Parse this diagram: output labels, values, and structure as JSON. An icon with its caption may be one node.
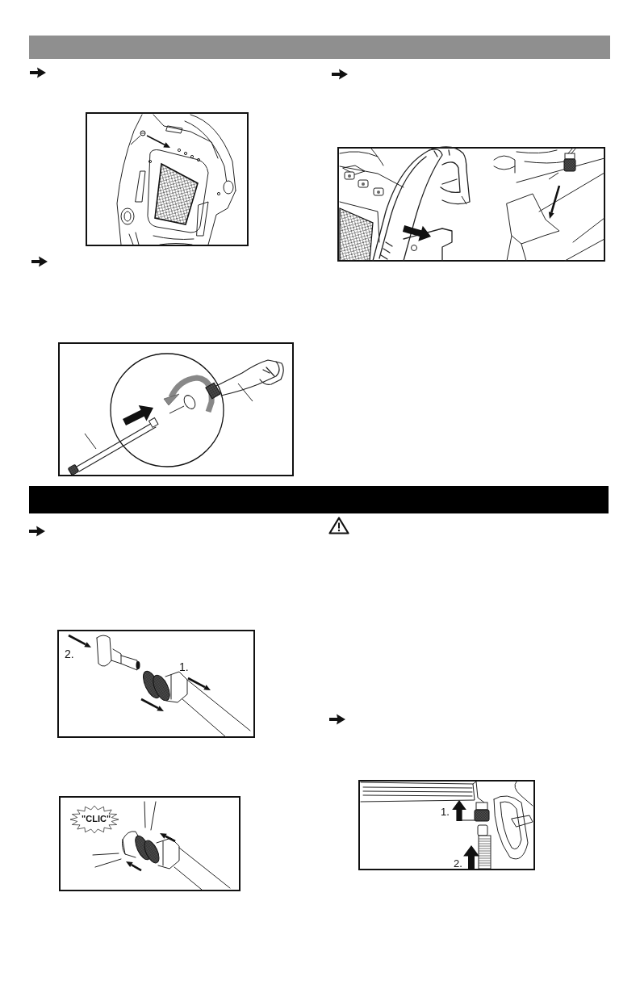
{
  "diagram": {
    "labels": [
      "2.",
      "1.",
      "\"CLIC\"",
      "1.",
      "2."
    ]
  }
}
